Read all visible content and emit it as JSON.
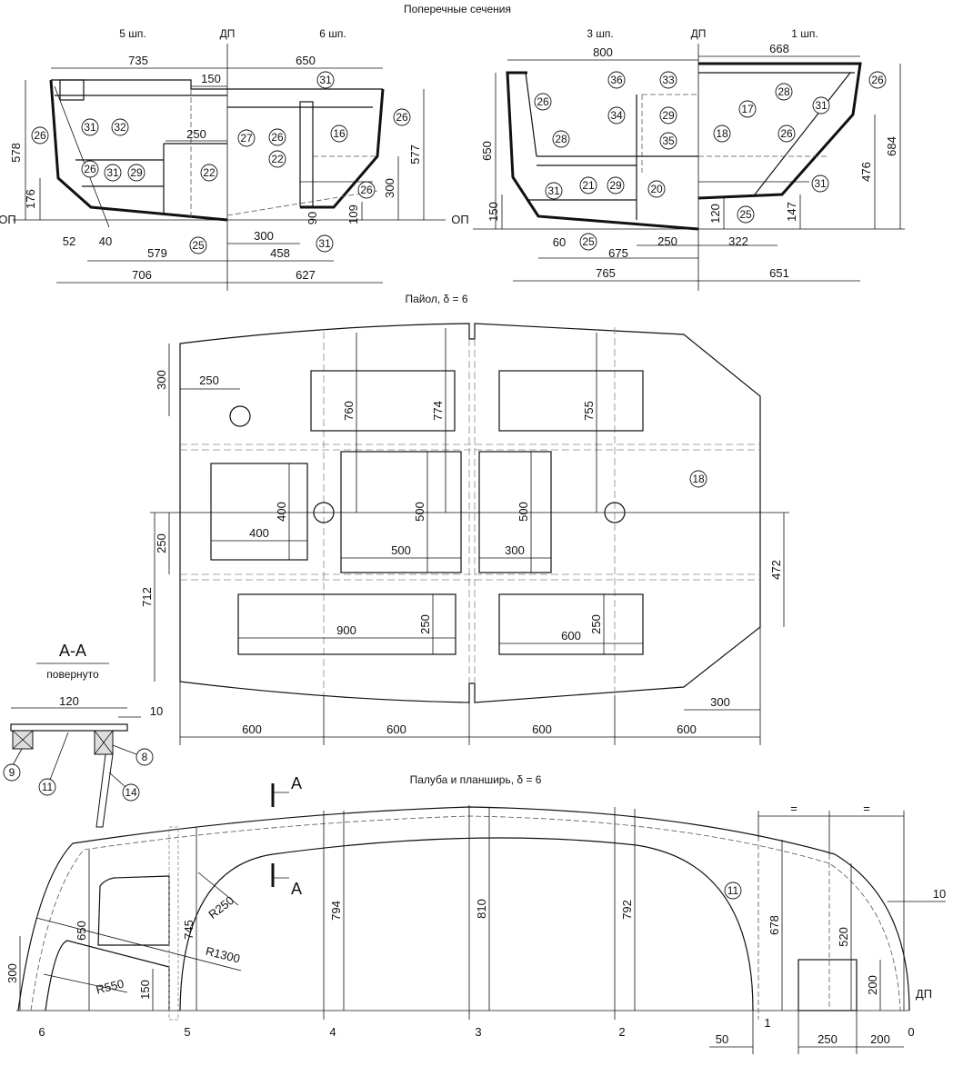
{
  "titles": {
    "sections": "Поперечные сечения",
    "floor": "Пайол, δ = 6",
    "deck": "Палуба и планширь, δ = 6",
    "aa": "А-А",
    "aa_sub": "повернуто"
  },
  "sec_left": {
    "frame5": "5 шп.",
    "dp": "ДП",
    "frame6": "6 шп.",
    "op_left": "ОП",
    "d735": "735",
    "d150": "150",
    "d650": "650",
    "d578": "578",
    "d176": "176",
    "d250": "250",
    "d300v": "300",
    "d577": "577",
    "d90": "90",
    "d109": "109",
    "d52": "52",
    "d40": "40",
    "d579": "579",
    "d300h": "300",
    "d458": "458",
    "d706": "706",
    "d627": "627",
    "c31a": "31",
    "c32": "32",
    "c26a": "26",
    "c26b": "26",
    "c31b": "31",
    "c29": "29",
    "c22a": "22",
    "c25": "25",
    "c31c": "31",
    "c27": "27",
    "c26c": "26",
    "c16": "16",
    "c22b": "22",
    "c26d": "26",
    "c26e": "26",
    "c31d": "31"
  },
  "sec_right": {
    "frame3": "3 шп.",
    "dp": "ДП",
    "frame1": "1 шп.",
    "op": "ОП",
    "d800": "800",
    "d668": "668",
    "d650": "650",
    "d150": "150",
    "d476": "476",
    "d684": "684",
    "d120": "120",
    "d147": "147",
    "d60": "60",
    "d675": "675",
    "d250": "250",
    "d322": "322",
    "d765": "765",
    "d651": "651",
    "c26a": "26",
    "c36": "36",
    "c33": "33",
    "c28a": "28",
    "c26b": "26",
    "c34": "34",
    "c29a": "29",
    "c17": "17",
    "c31a": "31",
    "c28b": "28",
    "c35": "35",
    "c18": "18",
    "c26c": "26",
    "c31b": "31",
    "c21": "21",
    "c29b": "29",
    "c20": "20",
    "c25": "25",
    "c31c": "31"
  },
  "floor": {
    "d300": "300",
    "d250a": "250",
    "d760": "760",
    "d774": "774",
    "d755": "755",
    "d400v": "400",
    "d400h": "400",
    "d500v1": "500",
    "d500h": "500",
    "d500v2": "500",
    "d300h": "300",
    "d250v": "250",
    "d712": "712",
    "d472": "472",
    "d900": "900",
    "d250c": "250",
    "d250d": "250",
    "d600c": "600",
    "d300r": "300",
    "d600_1": "600",
    "d600_2": "600",
    "d600_3": "600",
    "d600_4": "600",
    "c18": "18"
  },
  "aa": {
    "d120": "120",
    "d10": "10",
    "c9": "9",
    "c11": "11",
    "c8": "8",
    "c14": "14"
  },
  "deck": {
    "a_top": "А",
    "a_bot": "А",
    "r250": "R250",
    "r1300": "R1300",
    "r550": "R550",
    "d650": "650",
    "d745": "745",
    "d794": "794",
    "d810": "810",
    "d792": "792",
    "d678": "678",
    "d520": "520",
    "d300": "300",
    "d150": "150",
    "d200v": "200",
    "d10": "10",
    "eq1": "=",
    "eq2": "=",
    "d50": "50",
    "d250": "250",
    "d200h": "200",
    "dp": "ДП",
    "f6": "6",
    "f5": "5",
    "f4": "4",
    "f3": "3",
    "f2": "2",
    "f1": "1",
    "f0": "0",
    "c11": "11"
  }
}
